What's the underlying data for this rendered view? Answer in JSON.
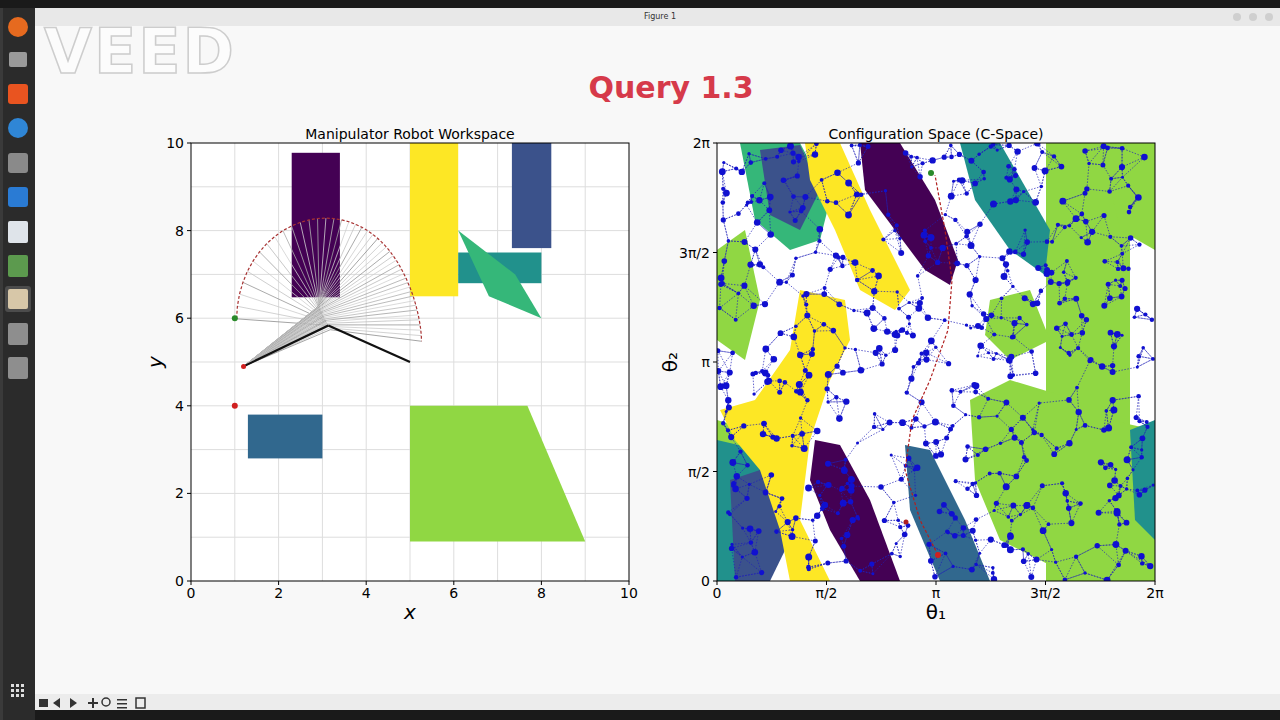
{
  "diagram": {
    "title": "Query 1.3",
    "labels": [
      "Figure 1",
      "VEED",
      "Manipulator Robot Workspace",
      "Configuration Space (C-Space)",
      "0",
      "2",
      "4",
      "6",
      "8",
      "10",
      "0",
      "2",
      "4",
      "6",
      "8",
      "10",
      "x",
      "y",
      "0",
      "π/2",
      "π",
      "3π/2",
      "2π",
      "0",
      "π/2",
      "π",
      "3π/2",
      "2π",
      "θ₁",
      "θ₂"
    ]
  }
}
